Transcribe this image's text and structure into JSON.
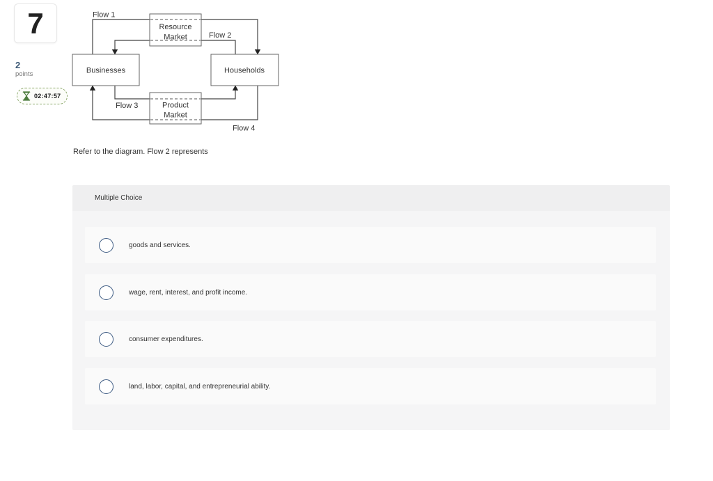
{
  "page": {
    "question_number": "7",
    "points_value": "2",
    "points_label": "points",
    "timer": "02:47:57",
    "question_text": "Refer to the diagram. Flow 2 represents"
  },
  "diagram": {
    "type": "circular-flow",
    "boxes": {
      "resource_market_line1": "Resource",
      "resource_market_line2": "Market",
      "product_market_line1": "Product",
      "product_market_line2": "Market",
      "businesses": "Businesses",
      "households": "Households"
    },
    "flow_labels": {
      "flow1": "Flow 1",
      "flow2": "Flow 2",
      "flow3": "Flow 3",
      "flow4": "Flow 4"
    },
    "flows_described": [
      "Flow 1: Businesses through Resource Market to Households (arrow into Households)",
      "Flow 2: Households through Resource Market to Businesses (arrow into Businesses)",
      "Flow 3: Businesses through Product Market to Households (arrow into Households)",
      "Flow 4: Households through Product Market to Businesses (arrow into Businesses)"
    ]
  },
  "multiple_choice": {
    "header": "Multiple Choice",
    "options": [
      {
        "label": "goods and services."
      },
      {
        "label": "wage, rent, interest, and profit income."
      },
      {
        "label": "consumer expenditures."
      },
      {
        "label": "land, labor, capital, and entrepreneurial ability."
      }
    ],
    "selected_index": null
  },
  "colors": {
    "accent_blue": "#3d5a77",
    "radio_border": "#3c5a82",
    "timer_green": "#4d7c3d",
    "timer_border_green": "#8aa768",
    "panel_gray": "#f5f5f6",
    "option_row": "#fafafa"
  }
}
